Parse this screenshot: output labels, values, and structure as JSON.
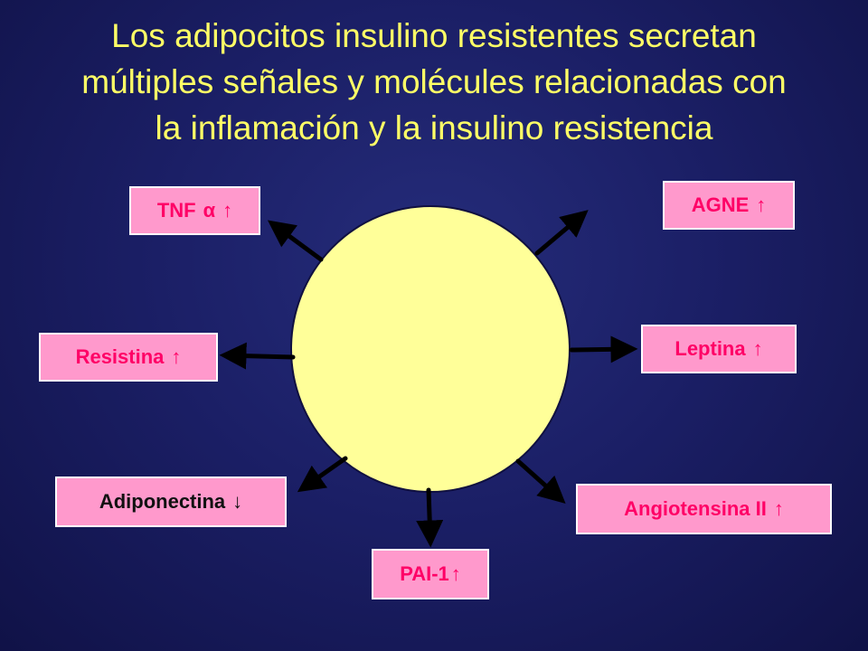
{
  "title": {
    "line1": "Los adipocitos insulino resistentes  secretan",
    "line2": "múltiples señales y molécules relacionadas con",
    "line3": "la inflamación y la insulino resistencia"
  },
  "diagram": {
    "center": {
      "shape": "circle",
      "fill": "#ffff99",
      "label": ""
    },
    "arrow_color": "#000000",
    "nodes": [
      {
        "id": "tnf",
        "label": "TNF",
        "symbol": "α",
        "trend": "↑",
        "trend_direction": "increase",
        "text_color": "#ff0066"
      },
      {
        "id": "agne",
        "label": "AGNE",
        "trend": "↑",
        "trend_direction": "increase",
        "text_color": "#ff0066"
      },
      {
        "id": "resistina",
        "label": "Resistina",
        "trend": "↑",
        "trend_direction": "increase",
        "text_color": "#ff0066"
      },
      {
        "id": "leptina",
        "label": "Leptina",
        "trend": "↑",
        "trend_direction": "increase",
        "text_color": "#ff0066"
      },
      {
        "id": "adiponectina",
        "label": "Adiponectina",
        "trend": "↓",
        "trend_direction": "decrease",
        "text_color": "#111111"
      },
      {
        "id": "angiotensina",
        "label": "Angiotensina II",
        "trend": "↑",
        "trend_direction": "increase",
        "text_color": "#ff0066"
      },
      {
        "id": "pai1",
        "label": "PAI-1",
        "trend": "↑",
        "trend_direction": "increase",
        "text_color": "#ff0066"
      }
    ]
  },
  "colors": {
    "background": "#1b1f66",
    "title": "#ffff66",
    "box_fill": "#ff99cc",
    "box_border": "#ffffff",
    "circle_fill": "#ffff99"
  }
}
